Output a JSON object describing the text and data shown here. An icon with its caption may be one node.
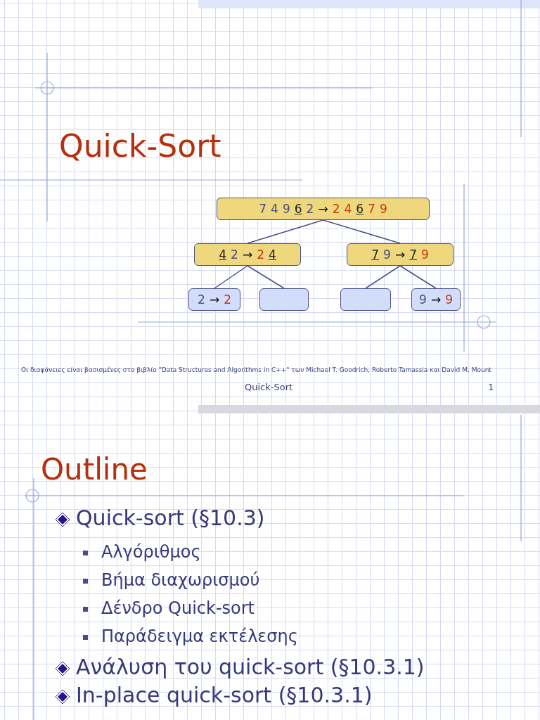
{
  "diagram": {
    "title": "Quick-Sort",
    "nodes": [
      {
        "text": [
          "7 4 9 6 2 → 2 4 6 7 9"
        ]
      },
      {
        "text": [
          "4 2 → 2 4"
        ]
      },
      {
        "text": [
          "7 9 → 7 9"
        ]
      },
      {
        "text": [
          "2 → 2"
        ]
      },
      {
        "text": [],
        "shape": "box"
      },
      {
        "text": [],
        "shape": "box"
      },
      {
        "text": [
          "9 → 9"
        ]
      }
    ],
    "edges": [
      {
        "from": 0,
        "to": 1,
        "arrow": "none"
      },
      {
        "from": 0,
        "to": 2,
        "arrow": "none"
      },
      {
        "from": 1,
        "to": 3,
        "arrow": "none"
      },
      {
        "from": 1,
        "to": 4,
        "arrow": "none"
      },
      {
        "from": 2,
        "to": 5,
        "arrow": "none"
      },
      {
        "from": 2,
        "to": 6,
        "arrow": "none"
      }
    ],
    "labels": [
      "Οι διαφάνειες είναι βασισμένες στο βιβλίο \"Data Structures and Algorithms in C++\" των   Michael T. Goodrich, Roberto Tamassia και David M. Mount",
      "Quick-Sort",
      "1",
      "Outline",
      "Quick-sort (§10.3)",
      "Αλγόριθμος",
      "Βήμα διαχωρισμού",
      "Δένδρο Quick-sort",
      "Παράδειγμα εκτέλεσης",
      "Ανάλυση του quick-sort (§10.3.1)",
      "In-place quick-sort (§10.3.1)"
    ]
  }
}
